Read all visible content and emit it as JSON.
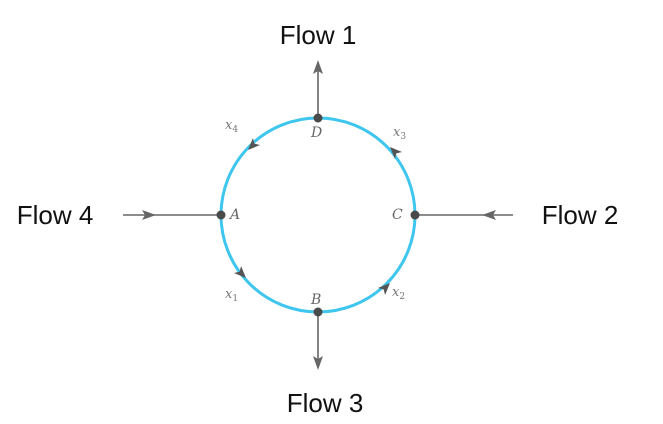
{
  "flows": {
    "flow1": "Flow 1",
    "flow2": "Flow 2",
    "flow3": "Flow 3",
    "flow4": "Flow 4"
  },
  "nodes": {
    "A": "A",
    "B": "B",
    "C": "C",
    "D": "D"
  },
  "variables": {
    "x1": {
      "base": "x",
      "sub": "1"
    },
    "x2": {
      "base": "x",
      "sub": "2"
    },
    "x3": {
      "base": "x",
      "sub": "3"
    },
    "x4": {
      "base": "x",
      "sub": "4"
    }
  },
  "colors": {
    "circle": "#3ec6ee",
    "line": "#666666",
    "node": "#4a4a4a",
    "text": "#111111"
  }
}
